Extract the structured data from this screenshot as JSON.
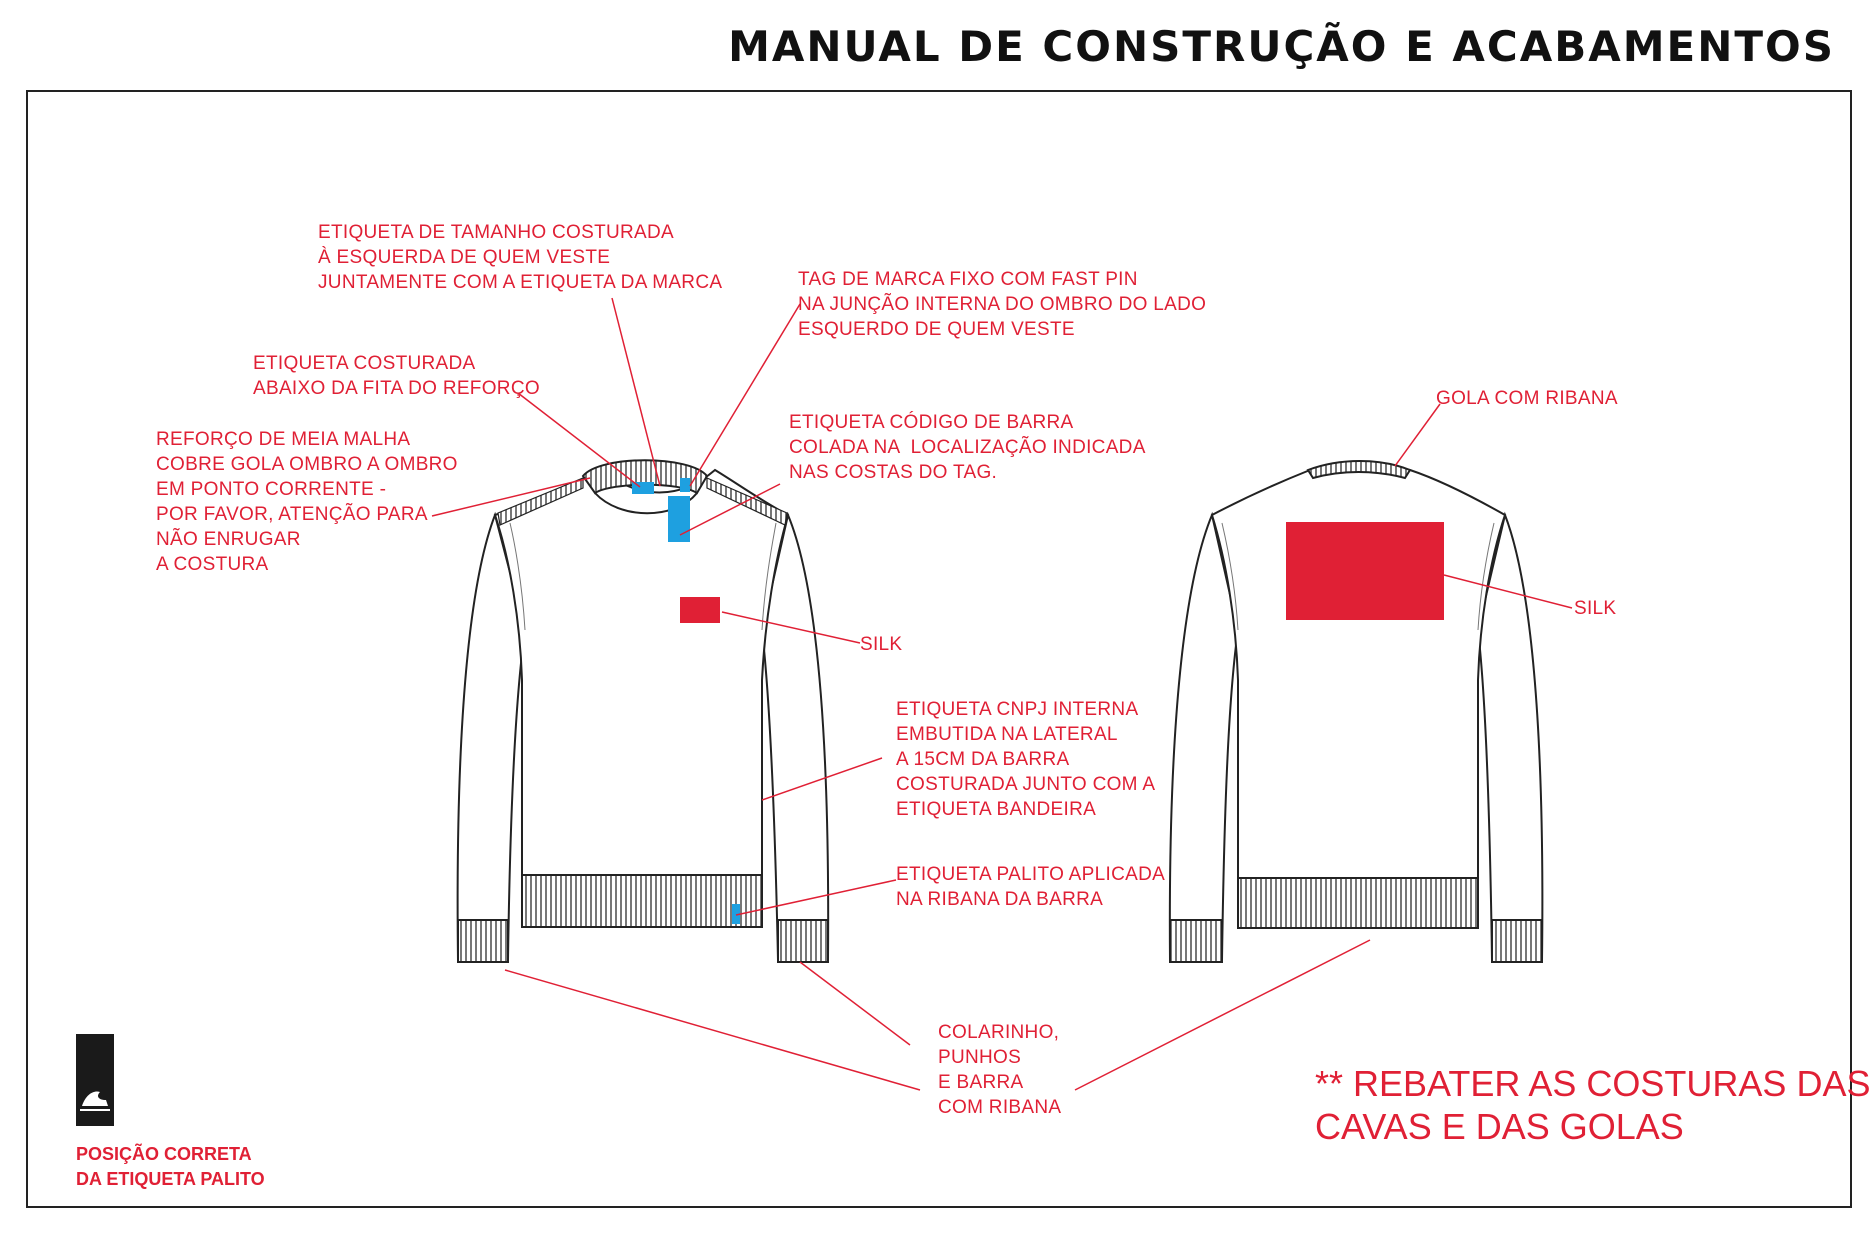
{
  "header": {
    "title": "MANUAL DE CONSTRUÇÃO E ACABAMENTOS"
  },
  "labels": {
    "size_label": "ETIQUETA DE TAMANHO COSTURADA\nÀ ESQUERDA DE QUEM VESTE\nJUNTAMENTE COM A ETIQUETA DA MARCA",
    "brand_tag": "TAG DE MARCA FIXO COM FAST PIN\nNA JUNÇÃO INTERNA DO OMBRO DO LADO\nESQUERDO DE QUEM VESTE",
    "sewn_label": "ETIQUETA COSTURADA\nABAIXO DA FITA DO REFORÇO",
    "barcode_label": "ETIQUETA CÓDIGO DE BARRA\nCOLADA NA  LOCALIZAÇÃO INDICADA\nNAS COSTAS DO TAG.",
    "reinforcement": "REFORÇO DE MEIA MALHA\nCOBRE GOLA OMBRO A OMBRO\nEM PONTO CORRENTE -\nPOR FAVOR, ATENÇÃO PARA\nNÃO ENRUGAR\nA COSTURA",
    "silk_front": "SILK",
    "cnpj_label": "ETIQUETA CNPJ INTERNA\nEMBUTIDA NA LATERAL\nA 15CM DA BARRA\nCOSTURADA JUNTO COM A\nETIQUETA BANDEIRA",
    "palito_applied": "ETIQUETA PALITO APLICADA\nNA RIBANA DA BARRA",
    "ribbing": "COLARINHO,\nPUNHOS\nE BARRA\nCOM RIBANA",
    "collar_back": "GOLA COM RIBANA",
    "silk_back": "SILK"
  },
  "note": "** REBATER AS COSTURAS DAS\nCAVAS E DAS GOLAS",
  "palito_caption": "POSIÇÃO CORRETA\nDA ETIQUETA PALITO",
  "colors": {
    "accent": "#e02035",
    "tag": "#1ea0e0",
    "outline": "#222222"
  },
  "icons": {
    "palito_logo": "wave-mountain-logo"
  }
}
